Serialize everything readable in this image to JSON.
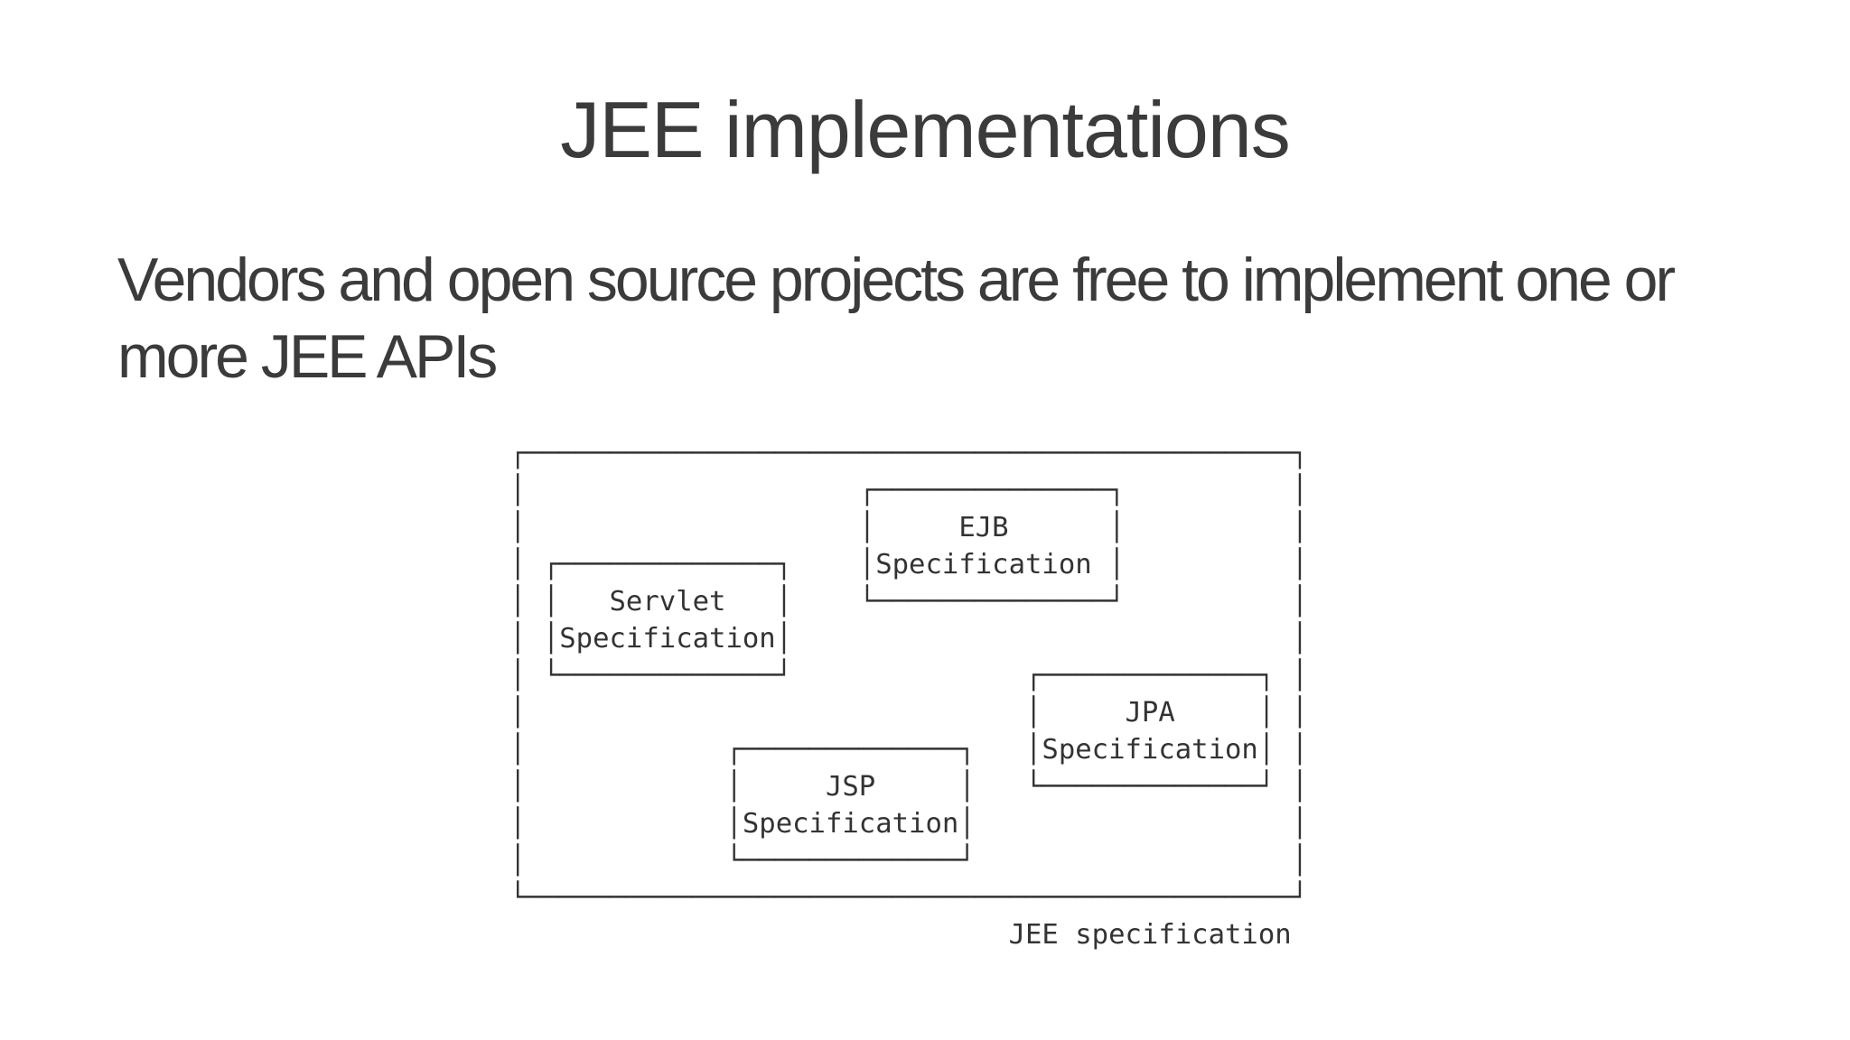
{
  "slide": {
    "title": "JEE implementations",
    "body": {
      "line1": "Vendors and open source projects are free to implement one or",
      "line2": "more JEE APIs"
    }
  },
  "colors": {
    "background": "#ffffff",
    "heading_text": "#3b3b3b",
    "body_text": "#3b3b3b",
    "diagram_stroke": "#333333"
  },
  "diagram": {
    "type": "ascii-box-diagram",
    "caption": "JEE specification",
    "boxes": [
      {
        "id": "ejb",
        "label": "EJB Specification"
      },
      {
        "id": "servlet",
        "label": "Servlet Specification"
      },
      {
        "id": "jpa",
        "label": "JPA Specification"
      },
      {
        "id": "jsp",
        "label": "JSP Specification"
      }
    ],
    "rows": [
      "┌──────────────────────────────────────────────┐",
      "│                    ┌──────────────┐          │",
      "│                    │     EJB      │          │",
      "│ ┌─────────────┐    │Specification │          │",
      "│ │   Servlet   │    └──────────────┘          │",
      "│ │Specification│                              │",
      "│ └─────────────┘              ┌─────────────┐ │",
      "│                              │     JPA     │ │",
      "│            ┌─────────────┐   │Specification│ │",
      "│            │     JSP     │   └─────────────┘ │",
      "│            │Specification│                   │",
      "│            └─────────────┘                   │",
      "└──────────────────────────────────────────────┘",
      "                              JEE specification"
    ]
  }
}
